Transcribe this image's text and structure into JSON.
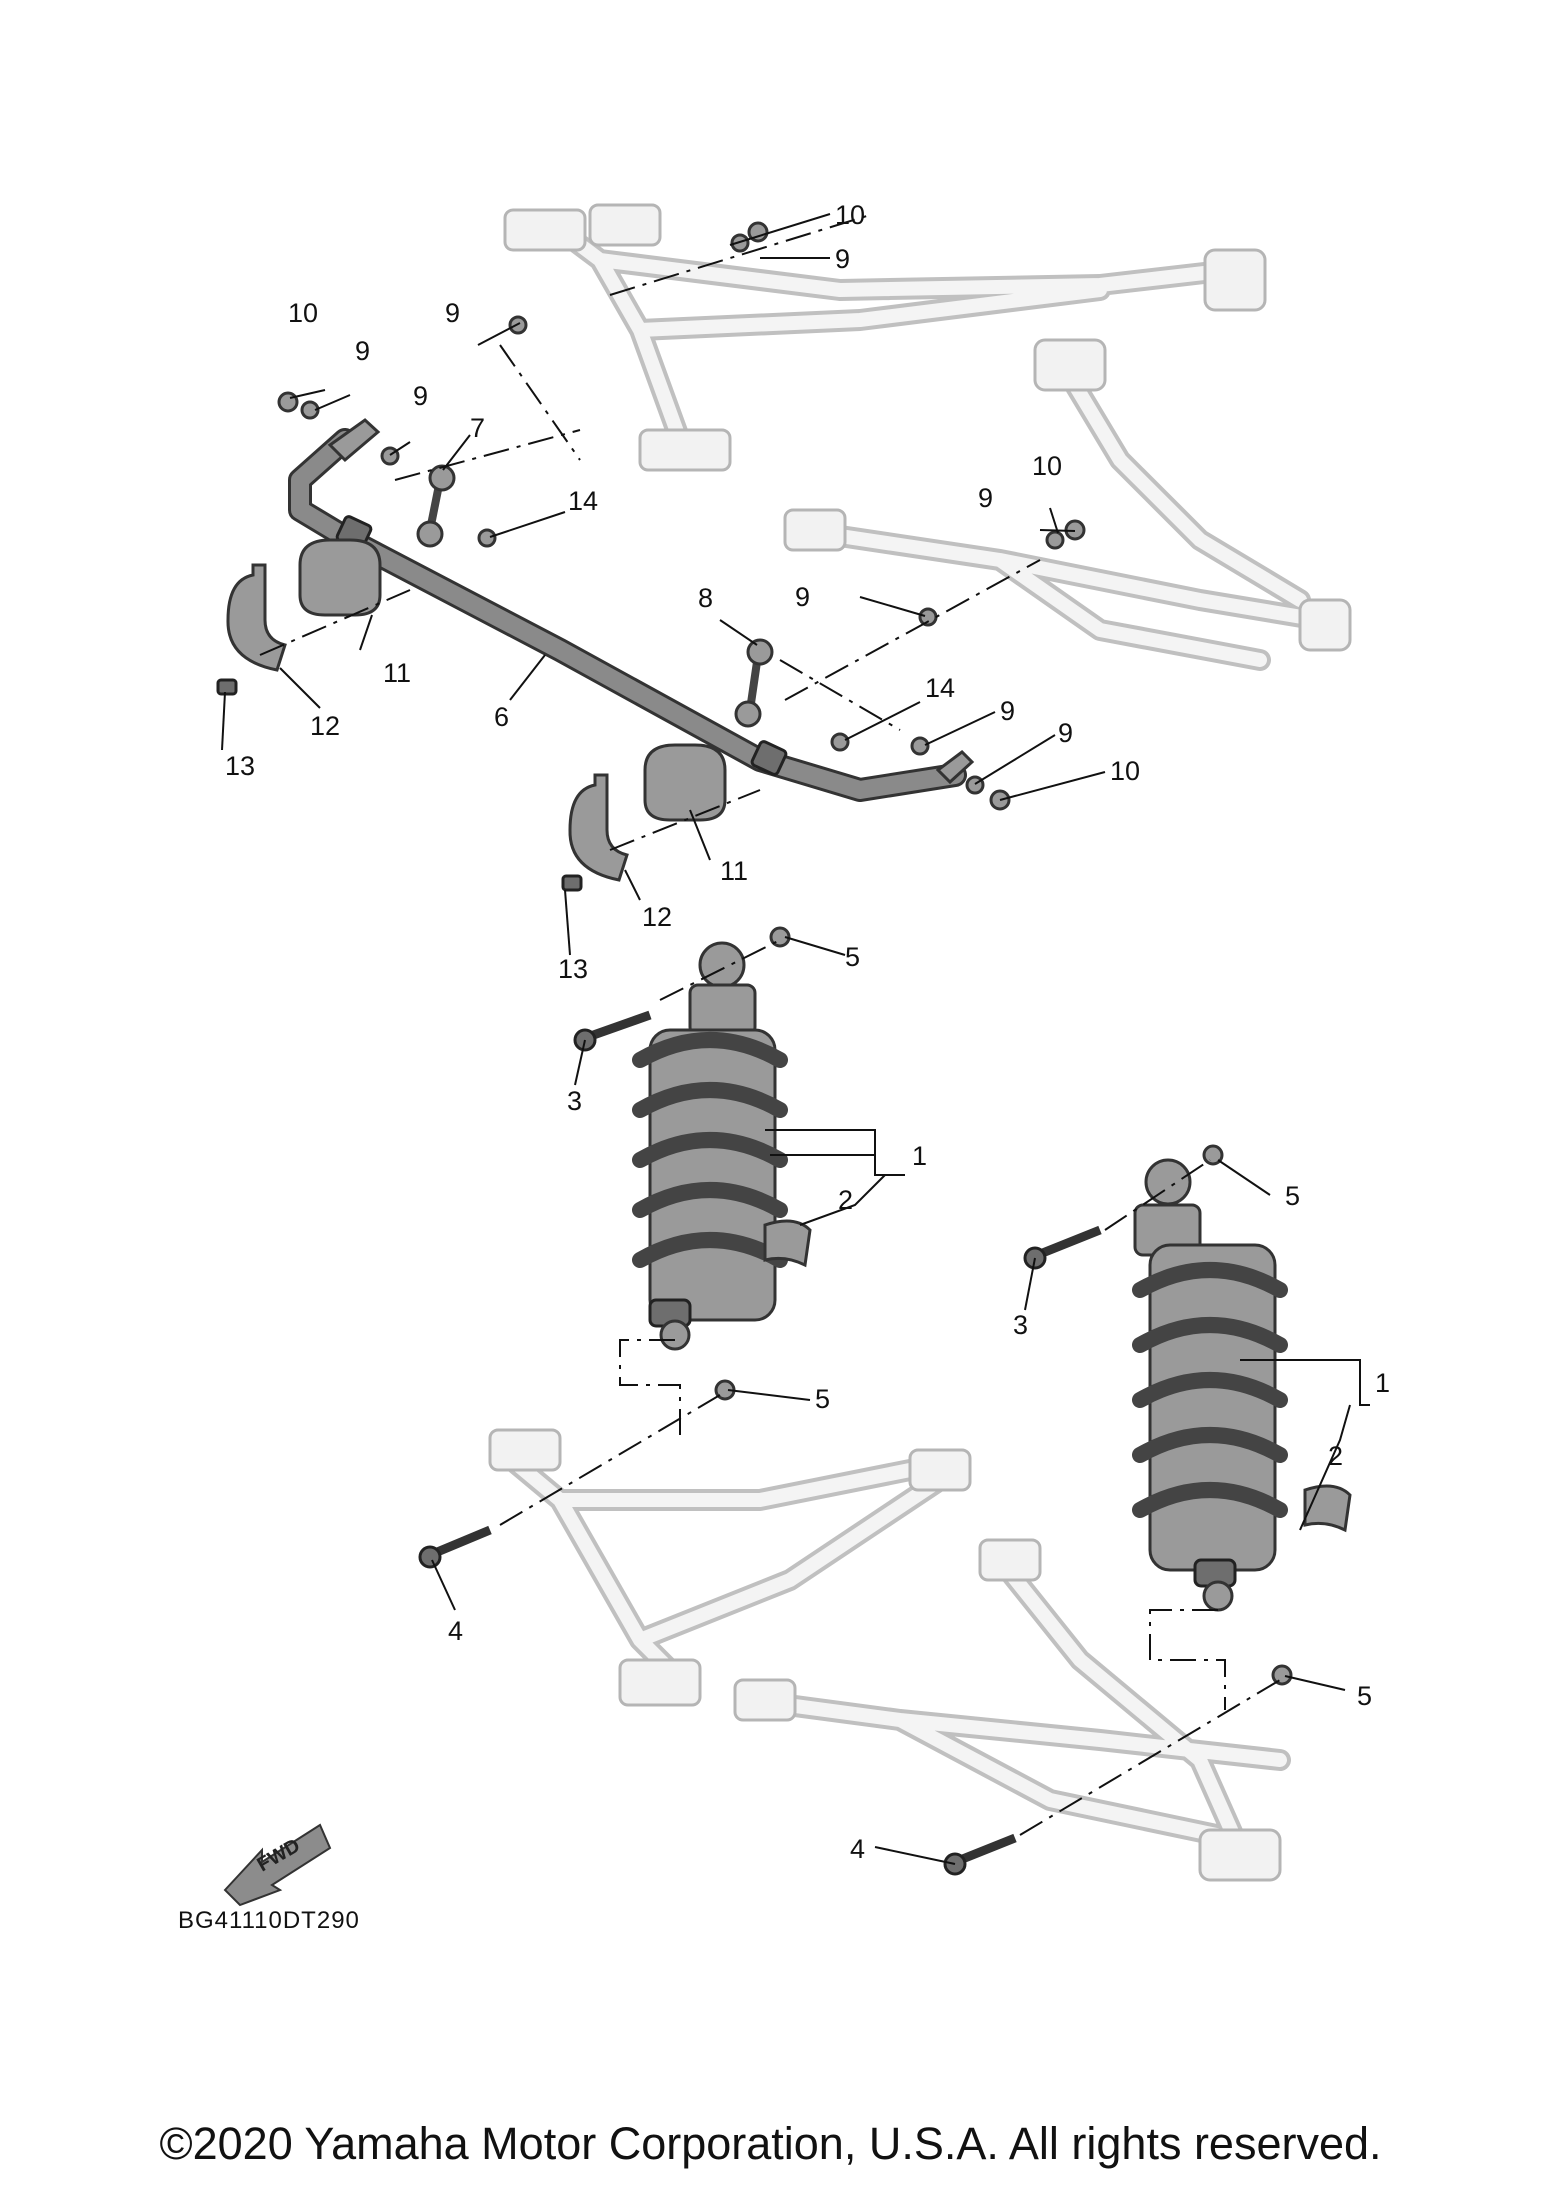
{
  "diagram": {
    "code": "BG41110DT290",
    "fwd_label": "FWD",
    "copyright": "©2020 Yamaha Motor Corporation, U.S.A. All rights reserved.",
    "callouts": [
      {
        "id": "c1",
        "label": "10"
      },
      {
        "id": "c2",
        "label": "9"
      },
      {
        "id": "c3",
        "label": "10"
      },
      {
        "id": "c4",
        "label": "9"
      },
      {
        "id": "c5",
        "label": "9"
      },
      {
        "id": "c6",
        "label": "9"
      },
      {
        "id": "c7",
        "label": "7"
      },
      {
        "id": "c8",
        "label": "14"
      },
      {
        "id": "c9",
        "label": "10"
      },
      {
        "id": "c10",
        "label": "9"
      },
      {
        "id": "c11",
        "label": "9"
      },
      {
        "id": "c12",
        "label": "8"
      },
      {
        "id": "c13",
        "label": "11"
      },
      {
        "id": "c14",
        "label": "12"
      },
      {
        "id": "c15",
        "label": "13"
      },
      {
        "id": "c16",
        "label": "6"
      },
      {
        "id": "c17",
        "label": "14"
      },
      {
        "id": "c18",
        "label": "9"
      },
      {
        "id": "c19",
        "label": "9"
      },
      {
        "id": "c20",
        "label": "10"
      },
      {
        "id": "c21",
        "label": "11"
      },
      {
        "id": "c22",
        "label": "12"
      },
      {
        "id": "c23",
        "label": "13"
      },
      {
        "id": "c24",
        "label": "5"
      },
      {
        "id": "c25",
        "label": "3"
      },
      {
        "id": "c26",
        "label": "1"
      },
      {
        "id": "c27",
        "label": "2"
      },
      {
        "id": "c28",
        "label": "5"
      },
      {
        "id": "c29",
        "label": "3"
      },
      {
        "id": "c30",
        "label": "5"
      },
      {
        "id": "c31",
        "label": "1"
      },
      {
        "id": "c32",
        "label": "2"
      },
      {
        "id": "c33",
        "label": "4"
      },
      {
        "id": "c34",
        "label": "5"
      },
      {
        "id": "c35",
        "label": "4"
      }
    ]
  }
}
